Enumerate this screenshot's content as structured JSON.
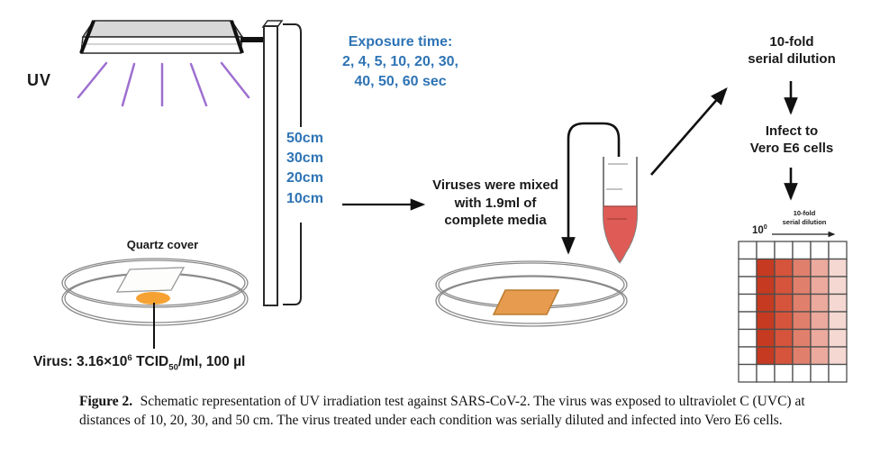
{
  "figure": {
    "uv_label": "UV",
    "exposure": {
      "title": "Exposure time:",
      "line2": "2, 4, 5, 10, 20, 30,",
      "line3": "40, 50, 60 sec"
    },
    "distances": [
      "50cm",
      "30cm",
      "20cm",
      "10cm"
    ],
    "quartz_cover": "Quartz cover",
    "virus": {
      "pre": "Virus: 3.16×10",
      "sup": "6",
      "mid": " TCID",
      "sub": "50",
      "post": "/ml, 100 µl"
    },
    "mix": [
      "Viruses were mixed",
      "with 1.9ml of",
      "complete media"
    ],
    "dilution": [
      "10-fold",
      "serial dilution"
    ],
    "infect": [
      "Infect to",
      "Vero E6 cells"
    ],
    "plate": {
      "label": [
        "10-fold",
        "serial dilution"
      ],
      "origin": {
        "base": "10",
        "sup": "0"
      },
      "rows": 8,
      "cols": 6,
      "column_colors": [
        "#ffffff",
        "#c53a20",
        "#d6543b",
        "#e0806c",
        "#ebaa9d",
        "#f5d8d2"
      ],
      "blank_rows": [
        0,
        7
      ],
      "blank_cols": [
        0
      ]
    },
    "colors": {
      "accent_blue": "#2e74b5",
      "uv_ray": "#9d6fd0",
      "lamp_gray": "#d8d8d8",
      "tube_liquid": "#de5c55",
      "virus_drop": "#f6a233",
      "slide_orange": "#e69b4f",
      "line": "#1a1a1a"
    }
  },
  "caption": {
    "label": "Figure 2.",
    "text": "Schematic representation of UV irradiation test against SARS-CoV-2. The virus was exposed to ultraviolet C (UVC) at distances of 10, 20, 30, and 50 cm. The virus treated under each condition was serially diluted and infected into Vero E6 cells."
  }
}
